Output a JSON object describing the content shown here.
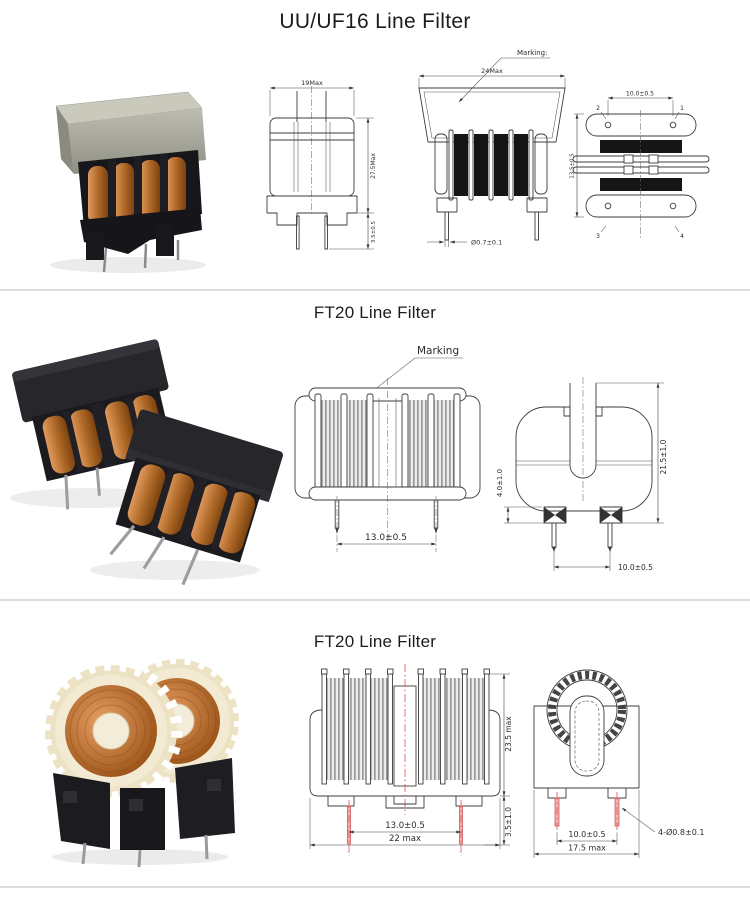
{
  "sections": [
    {
      "title": "UU/UF16 Line Filter",
      "front_view": {
        "dim_width": "19Max",
        "dim_height": "27.5Max",
        "dim_pin_length": "3.5±0.5"
      },
      "side_view": {
        "marking_label": "Marking:",
        "dim_width": "24Max",
        "dim_pin_diameter": "Ø0.7±0.1"
      },
      "plan_view": {
        "dim_pin_pitch": "10.0±0.5",
        "dim_depth": "13.5±0.5",
        "pin_1": "1",
        "pin_2": "2",
        "pin_3": "3",
        "pin_4": "4"
      }
    },
    {
      "title": "FT20 Line Filter",
      "marking_label": "Marking",
      "front_view": {
        "dim_pin_pitch": "13.0±0.5"
      },
      "side_view": {
        "dim_height": "21.5±1.0",
        "dim_pin_length": "4.0±1.0",
        "dim_pin_pitch": "10.0±0.5"
      }
    },
    {
      "title": "FT20 Line Filter",
      "front_view": {
        "dim_height": "23.5 max",
        "dim_pin_pitch": "13.0±0.5",
        "dim_width": "22 max",
        "dim_pin_length": "3.5±1.0"
      },
      "side_view": {
        "dim_pin_pitch": "10.0±0.5",
        "dim_width": "17.5 max",
        "pin_spec": "4-Ø0.8±0.1"
      }
    }
  ],
  "colors": {
    "accent_red": "#e05252",
    "line": "#3c3c3c",
    "divider": "#dcdcdc"
  }
}
